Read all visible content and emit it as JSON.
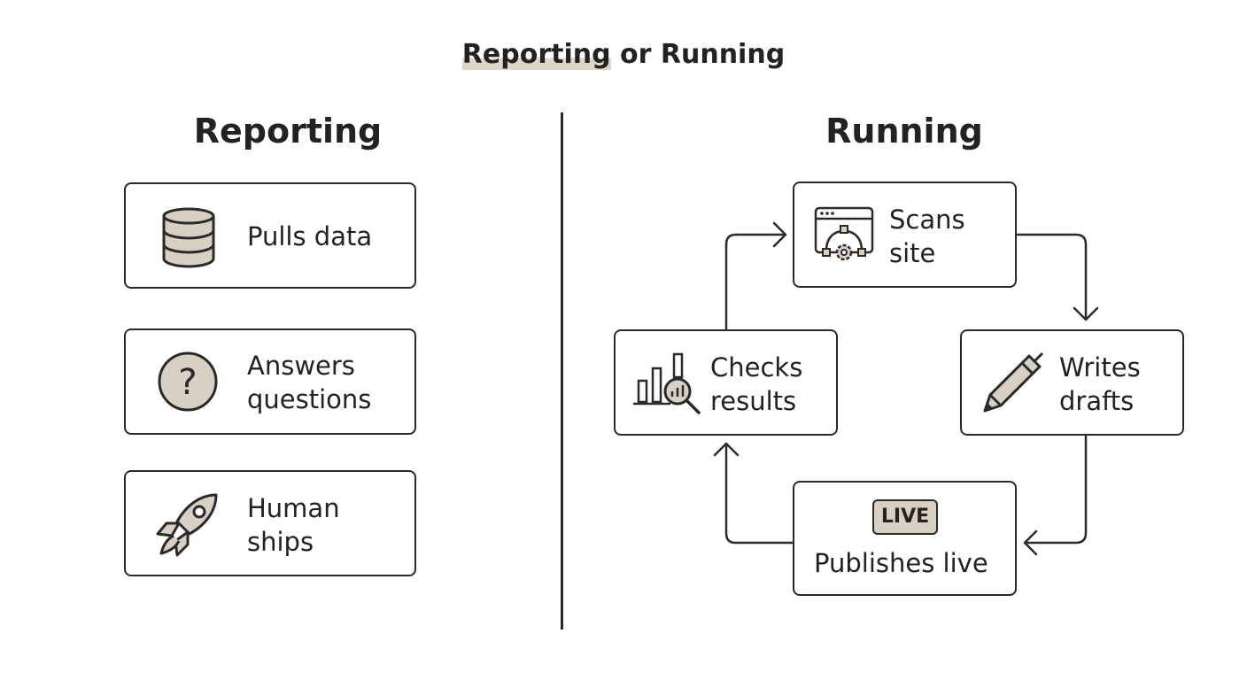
{
  "title": {
    "highlight": "Reporting",
    "rest": " or Running"
  },
  "left": {
    "heading": "Reporting",
    "items": [
      {
        "lines": [
          "Pulls data"
        ],
        "icon": "database-icon"
      },
      {
        "lines": [
          "Answers",
          "questions"
        ],
        "icon": "question-icon"
      },
      {
        "lines": [
          "Human",
          "ships"
        ],
        "icon": "rocket-icon"
      }
    ]
  },
  "right": {
    "heading": "Running",
    "cycle": [
      {
        "lines": [
          "Scans",
          "site"
        ],
        "icon": "site-scan-icon"
      },
      {
        "lines": [
          "Writes",
          "drafts"
        ],
        "icon": "pencil-icon"
      },
      {
        "badge": "LIVE",
        "lines": [
          "Publishes live"
        ],
        "icon": "live-badge-icon"
      },
      {
        "lines": [
          "Checks",
          "results"
        ],
        "icon": "chart-magnifier-icon"
      }
    ]
  },
  "colors": {
    "stroke": "#2a2a2a",
    "icon_fill": "#d8d0c3",
    "highlight": "#ddd6c8",
    "text": "#222222"
  }
}
